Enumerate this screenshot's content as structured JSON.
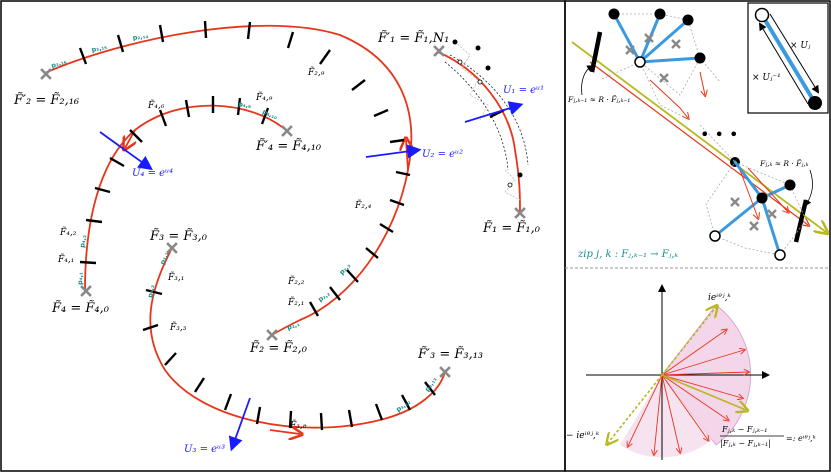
{
  "colors": {
    "curve": "#e8351a",
    "tick": "#000000",
    "blue": "#1a1aff",
    "teal": "#1a8a8a",
    "cross": "#888888",
    "edge": "#3a9adf",
    "olive": "#b8b820",
    "pink": "#f3d6ea"
  },
  "main": {
    "F1": "F̃₁ = F̃₁,₀",
    "F1p": "F̃′₁ = F̃₁,N₁",
    "F2": "F̃₂ = F̃₂,₀",
    "F2p": "F̃′₂ = F̃₂,₁₆",
    "F3": "F̃₃ = F̃₃,₀",
    "F3p": "F̃′₃ = F̃₃,₁₃",
    "F4": "F̃₄ = F̃₄,₀",
    "F4p": "F̃′₄ = F̃₄,₁₀",
    "F29": "F̃₂,₉",
    "F24": "F̃₂,₄",
    "F22": "F̃₂,₂",
    "F21": "F̃₂,₁",
    "F46": "F̃₄,₆",
    "F49": "F̃₄,₉",
    "F42": "F̃₄,₂",
    "F41": "F̃₄,₁",
    "F31": "F̃₃,₁",
    "F33": "F̃₃,₃",
    "F38": "F̃₃,₈",
    "U1": "U₁ = eᵘ¹",
    "U2": "U₂ = eᵘ²",
    "U3": "U₃ = eᵘ³",
    "U4": "U₄ = eᵘ⁴",
    "p216": "p₂,₁₆",
    "p215": "p₂,₁₅",
    "p214": "p₂,₁₄",
    "p49": "p₄,₉",
    "p410": "p₄,₁₀",
    "p42": "p₄,₂",
    "p41": "p₄,₁",
    "p31": "p₃,₁",
    "p32": "p₃,₂",
    "p23": "p₂,₃",
    "p22": "p₂,₂",
    "p21": "p₂,₁",
    "p312": "p₃,₁₂",
    "p313": "p₃,₁₃"
  },
  "zip": {
    "Fjk1": "Fⱼ,ₖ₋₁ ≈ R · F̃ⱼ,ₖ₋₁",
    "Fjk": "Fⱼ,ₖ ≈ R · F̃ⱼ,ₖ",
    "caption": "zip j, k : Fⱼ,ₖ₋₁ → Fⱼ,ₖ"
  },
  "inset": {
    "Uj": "× Uⱼ",
    "Ujinv": "× Uⱼ⁻¹"
  },
  "phase": {
    "top": "ieⁱᶿʲ,ᵏ",
    "right": "eⁱᶿʲ,ᵏ",
    "left": "− ieⁱᶿʲ,ᵏ",
    "formula_num": "Fⱼ,ₖ − Fⱼ,ₖ₋₁",
    "formula_den": "|Fⱼ,ₖ − Fⱼ,ₖ₋₁|",
    "formula_eq": "=: eⁱᶿʲ,ᵏ"
  }
}
